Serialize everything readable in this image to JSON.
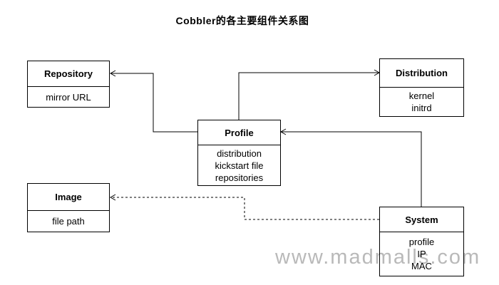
{
  "title": "Cobbler的各主要组件关系图",
  "watermark": "www.madmalls.com",
  "colors": {
    "line": "#000000",
    "box_border": "#000000",
    "text": "#000000",
    "background": "#ffffff",
    "watermark": "#b9b9b9"
  },
  "nodes": {
    "repository": {
      "label": "Repository",
      "attrs": [
        "mirror URL"
      ]
    },
    "distribution": {
      "label": "Distribution",
      "attrs": [
        "kernel",
        "initrd"
      ]
    },
    "profile": {
      "label": "Profile",
      "attrs": [
        "distribution",
        "kickstart file",
        "repositories"
      ]
    },
    "image": {
      "label": "Image",
      "attrs": [
        "file path"
      ]
    },
    "system": {
      "label": "System",
      "attrs": [
        "profile",
        "IP",
        "MAC"
      ]
    }
  },
  "edges": [
    {
      "from": "Profile",
      "to": "Repository",
      "style": "solid",
      "arrow_at": "Repository"
    },
    {
      "from": "Profile",
      "to": "Distribution",
      "style": "solid",
      "arrow_at": "Distribution"
    },
    {
      "from": "System",
      "to": "Profile",
      "style": "solid",
      "arrow_at": "Profile"
    },
    {
      "from": "System",
      "to": "Image",
      "style": "dashed",
      "arrow_at": "Image"
    }
  ]
}
